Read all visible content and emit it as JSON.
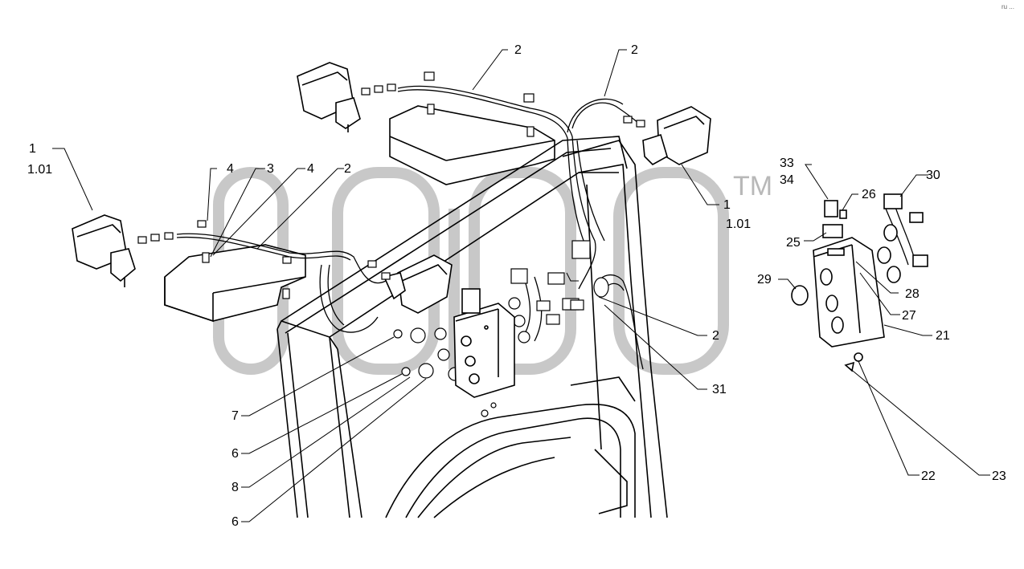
{
  "diagram": {
    "watermark_mark": "TM",
    "corner_note": "ru  ...",
    "callouts": [
      {
        "id": "c-1a",
        "text": "1"
      },
      {
        "id": "c-101a",
        "text": "1.01"
      },
      {
        "id": "c-4a",
        "text": "4"
      },
      {
        "id": "c-3",
        "text": "3"
      },
      {
        "id": "c-4b",
        "text": "4"
      },
      {
        "id": "c-2a",
        "text": "2"
      },
      {
        "id": "c-2b",
        "text": "2"
      },
      {
        "id": "c-2c",
        "text": "2"
      },
      {
        "id": "c-1b",
        "text": "1"
      },
      {
        "id": "c-101b",
        "text": "1.01"
      },
      {
        "id": "c-33",
        "text": "33"
      },
      {
        "id": "c-34",
        "text": "34"
      },
      {
        "id": "c-26",
        "text": "26"
      },
      {
        "id": "c-30",
        "text": "30"
      },
      {
        "id": "c-25",
        "text": "25"
      },
      {
        "id": "c-29",
        "text": "29"
      },
      {
        "id": "c-28",
        "text": "28"
      },
      {
        "id": "c-27",
        "text": "27"
      },
      {
        "id": "c-21",
        "text": "21"
      },
      {
        "id": "c-2d",
        "text": "2"
      },
      {
        "id": "c-31",
        "text": "31"
      },
      {
        "id": "c-7",
        "text": "7"
      },
      {
        "id": "c-6a",
        "text": "6"
      },
      {
        "id": "c-8",
        "text": "8"
      },
      {
        "id": "c-6b",
        "text": "6"
      },
      {
        "id": "c-22",
        "text": "22"
      },
      {
        "id": "c-23",
        "text": "23"
      }
    ]
  }
}
